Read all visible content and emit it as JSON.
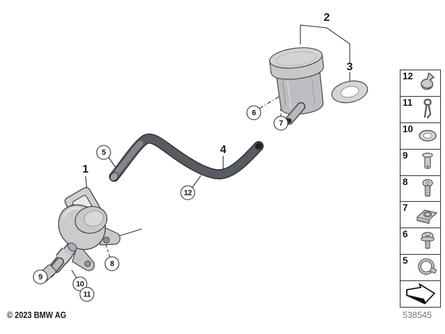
{
  "main_diagram": {
    "description": "Rear brake master cylinder with fluid reservoir, seal washer and hose",
    "callouts": [
      {
        "label": "1",
        "type": "plain"
      },
      {
        "label": "2",
        "type": "plain"
      },
      {
        "label": "3",
        "type": "plain"
      },
      {
        "label": "4",
        "type": "plain"
      },
      {
        "label": "5",
        "type": "circled"
      },
      {
        "label": "6",
        "type": "circled"
      },
      {
        "label": "7",
        "type": "circled"
      },
      {
        "label": "8",
        "type": "circled"
      },
      {
        "label": "9",
        "type": "circled"
      },
      {
        "label": "10",
        "type": "circled"
      },
      {
        "label": "11",
        "type": "circled"
      },
      {
        "label": "12",
        "type": "circled"
      }
    ],
    "parts_drawn": [
      {
        "name": "master-cylinder",
        "callout": "1"
      },
      {
        "name": "fluid-reservoir",
        "callout": "2"
      },
      {
        "name": "seal-washer",
        "callout": "3"
      },
      {
        "name": "hose",
        "callout": "4"
      }
    ]
  },
  "sidebar": {
    "items": [
      {
        "number": "12",
        "icon": "clip-icon"
      },
      {
        "number": "11",
        "icon": "cotter-pin-icon"
      },
      {
        "number": "10",
        "icon": "washer-icon"
      },
      {
        "number": "9",
        "icon": "clevis-pin-icon"
      },
      {
        "number": "8",
        "icon": "bolt-icon"
      },
      {
        "number": "7",
        "icon": "cage-nut-icon"
      },
      {
        "number": "6",
        "icon": "screw-washer-icon"
      },
      {
        "number": "5",
        "icon": "hose-clamp-icon"
      },
      {
        "number": "",
        "icon": "continuation-arrow-icon"
      }
    ]
  },
  "footer": {
    "copyright": "© 2023 BMW AG",
    "diagram_number": "538545"
  },
  "colors": {
    "background": "#ffffff",
    "line": "#2c2d2f",
    "part_fill": "#c9cbcd",
    "hose_fill": "#5a5e64",
    "number_gray": "#737577"
  }
}
